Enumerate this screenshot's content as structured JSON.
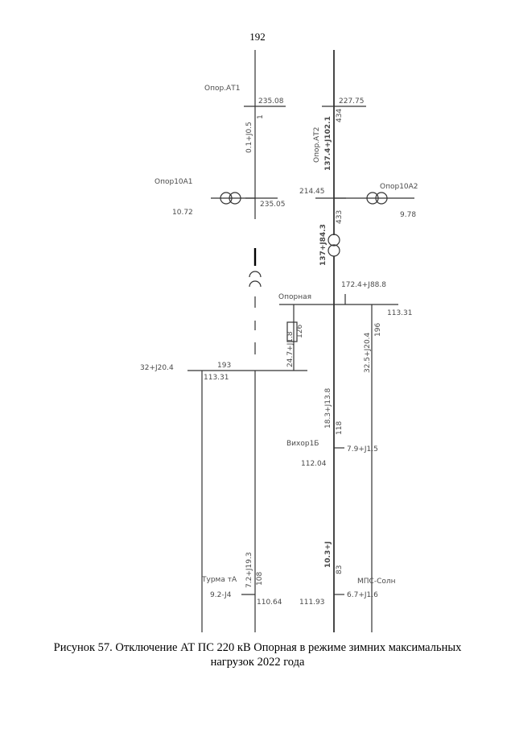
{
  "page_number": "192",
  "nodes": {
    "opor_at1": "Опор.АТ1",
    "opor_at2": "Опор.АТ2",
    "opor10a1": "Опор10А1",
    "opor10a2": "Опор10А2",
    "opornaya": "Опорная",
    "vikhor1b": "Вихор1Б",
    "turma_ta": "Турма тА",
    "mps_soln": "МПС-Солн"
  },
  "voltages": {
    "at1_top": "235.08",
    "at1_bottom": "235.05",
    "at2_top": "227.75",
    "at2_bottom": "214.45",
    "opor10a1": "10.72",
    "opor10a2": "9.78",
    "bus_right": "113.31",
    "bus_left": "113.31",
    "vikhor": "112.04",
    "turma": "110.64",
    "mps": "111.93"
  },
  "flows": {
    "at1_main": "0.1+J0.5",
    "at1_current": "1",
    "at2_main": "137.4+J102.1",
    "at2_current": "434",
    "trafo_current": "433",
    "trafo_main": "137+J84.3",
    "opornaya_load": "172.4+J88.8",
    "left_bus_load": "32+J20.4",
    "left_bus_current": "193",
    "tie_flow": "24.7+J1.8",
    "tie_current": "126",
    "right_line_flow": "32.5+J20.4",
    "right_line_current": "196",
    "mid_flow": "18.3+J13.8",
    "mid_current": "118",
    "vikhor_load": "7.9+J1.5",
    "lower_flow": "10.3+J",
    "lower_current": "83",
    "mps_load": "6.7+J1.6",
    "turma_flow": "7.2+J19.3",
    "turma_current": "108",
    "turma_load": "9.2-J4"
  },
  "figure_caption": "Рисунок 57. Отключение АТ ПС 220 кВ Опорная в режиме зимних максимальных нагрузок 2022 года"
}
